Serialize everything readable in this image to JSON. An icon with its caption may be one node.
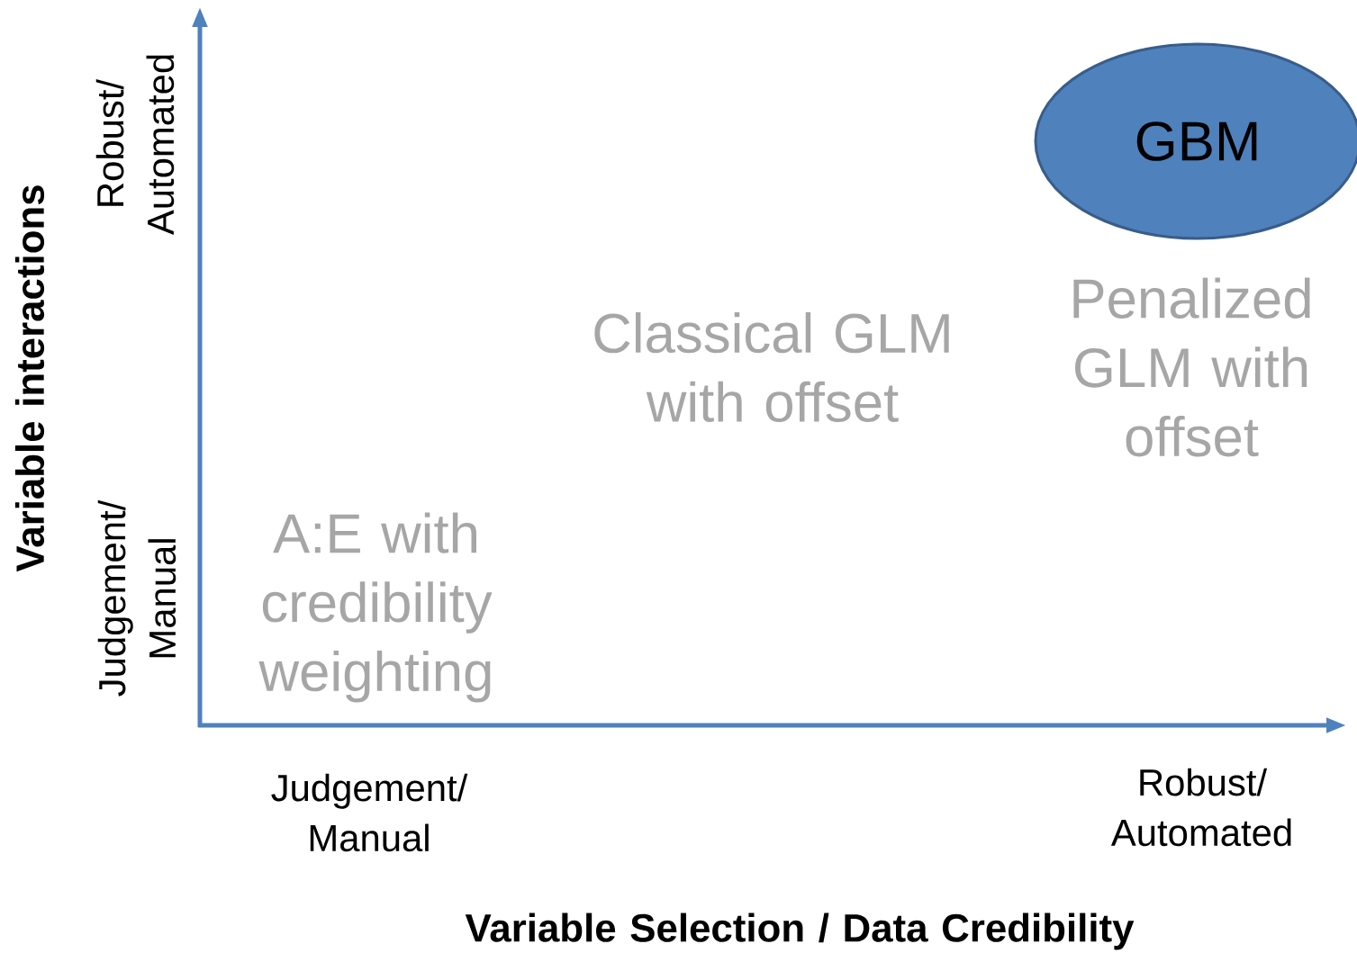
{
  "diagram": {
    "nodes": [
      {
        "text": [
          "GBM"
        ]
      }
    ],
    "labels": [
      "Robust/ Automated",
      "Variable interactions",
      "Classical GLM with offset",
      "Penalized GLM with offset",
      "Judgement/ Manual",
      "A:E with credibility weighting",
      "Judgement/ Manual",
      "Robust/ Automated",
      "Variable Selection / Data Credibility"
    ]
  }
}
